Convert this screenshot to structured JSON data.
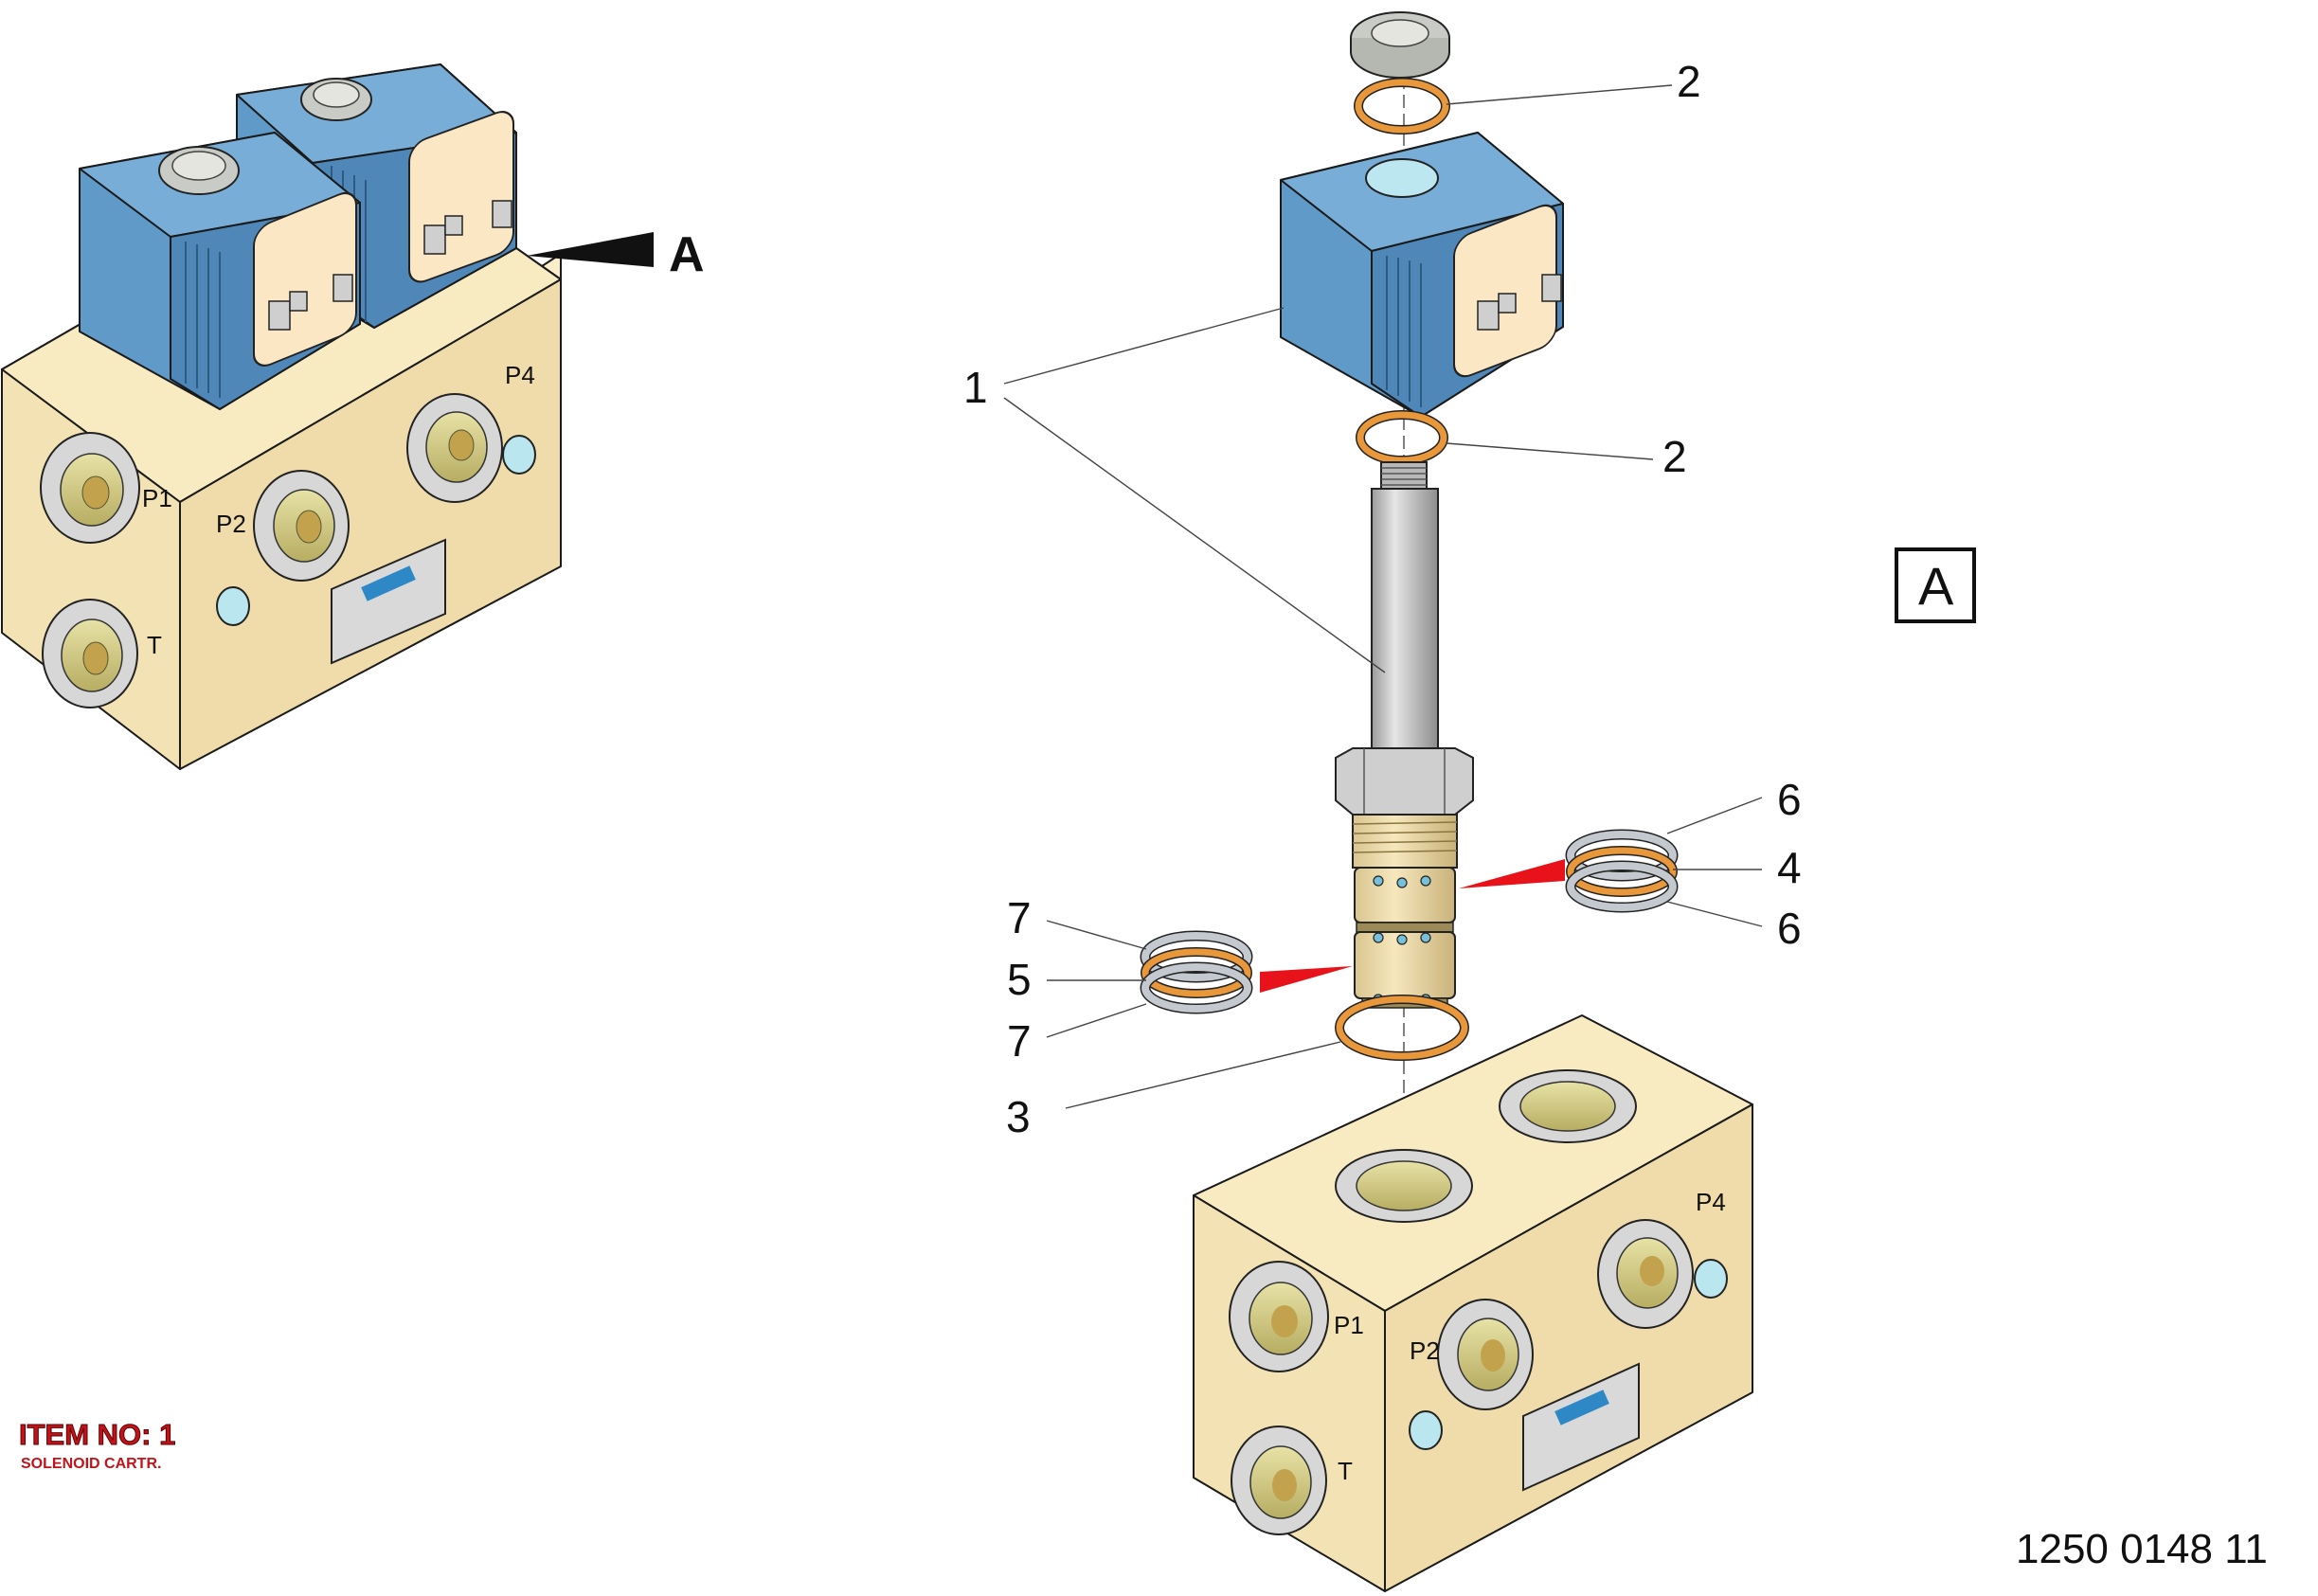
{
  "item": {
    "title": "ITEM NO: 1",
    "subtitle": "SOLENOID CARTR."
  },
  "document_number": "1250 0148 11",
  "view_label": "A",
  "view_arrow_label": "A",
  "ports": {
    "p1": "P1",
    "p2": "P2",
    "p4": "P4",
    "t": "T"
  },
  "callouts": [
    "1",
    "2",
    "2",
    "3",
    "4",
    "5",
    "6",
    "6",
    "7",
    "7"
  ],
  "colors": {
    "block": "#f3e5b8",
    "coil": "#5f9ac9",
    "coil_dark": "#3d6f9c",
    "coil_face": "#fbe7c4",
    "seal_orange": "#e8973a",
    "seal_grey": "#c4c9cf",
    "pointer_red": "#e8131a",
    "title_red": "#c0141a"
  }
}
